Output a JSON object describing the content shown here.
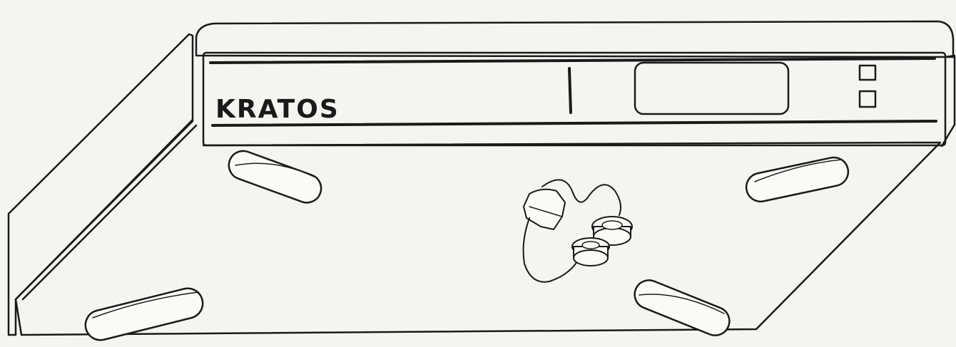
{
  "device": {
    "brand": "KRATOS"
  },
  "colors": {
    "paper": "#f4f4f0",
    "ink": "#1a1a1a",
    "foot_fill": "#fafaf7"
  },
  "parts": {
    "front_panel": "front-panel",
    "display_window": "display-window",
    "indicator_lights": 2,
    "feet": 4,
    "cable_connectors": 2
  }
}
